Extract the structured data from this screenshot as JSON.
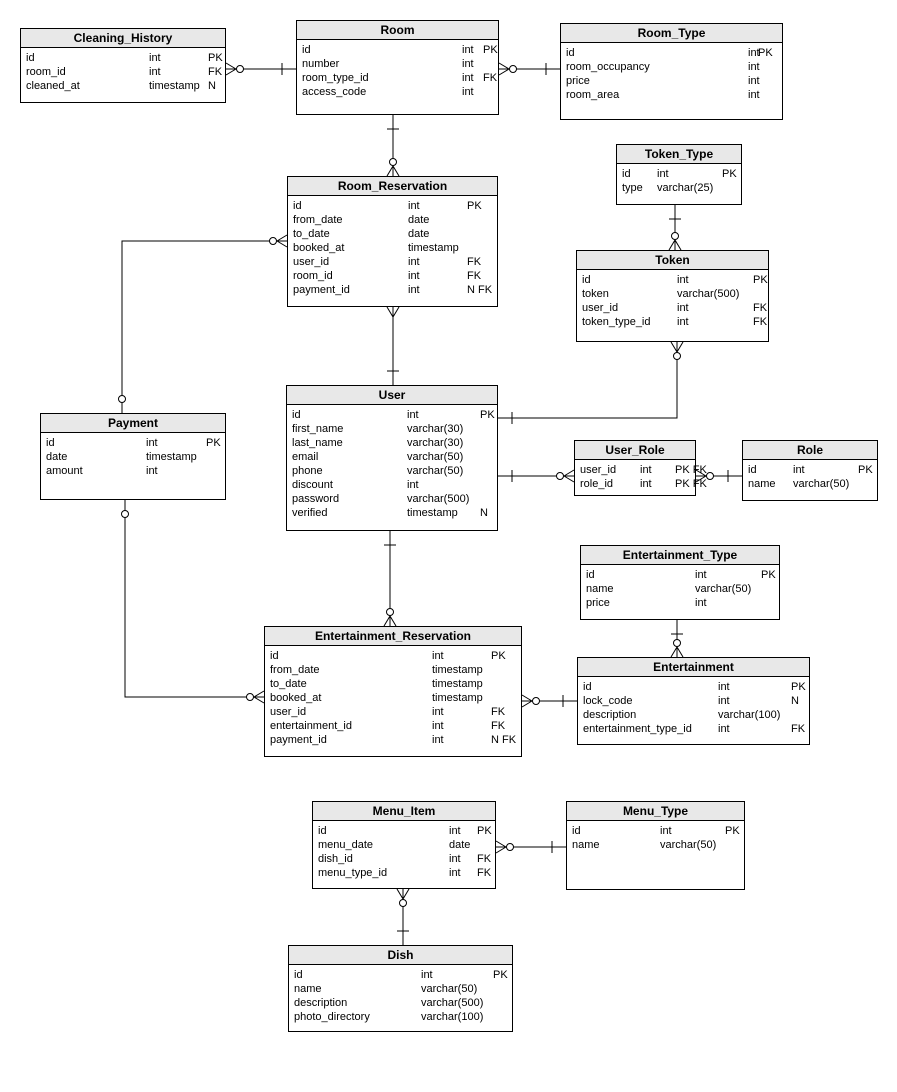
{
  "entities": {
    "cleaning_history": {
      "name": "Cleaning_History",
      "rows": [
        {
          "f": "id",
          "t": "int",
          "k": "PK"
        },
        {
          "f": "room_id",
          "t": "int",
          "k": "FK"
        },
        {
          "f": "cleaned_at",
          "t": "timestamp",
          "k": "N"
        }
      ]
    },
    "room": {
      "name": "Room",
      "rows": [
        {
          "f": "id",
          "t": "int",
          "k": "PK"
        },
        {
          "f": "number",
          "t": "int",
          "k": ""
        },
        {
          "f": "room_type_id",
          "t": "int",
          "k": "FK"
        },
        {
          "f": "access_code",
          "t": "int",
          "k": ""
        }
      ]
    },
    "room_type": {
      "name": "Room_Type",
      "rows": [
        {
          "f": "id",
          "t": "int",
          "k": "PK"
        },
        {
          "f": "room_occupancy",
          "t": "int",
          "k": ""
        },
        {
          "f": "price",
          "t": "int",
          "k": ""
        },
        {
          "f": "room_area",
          "t": "int",
          "k": ""
        }
      ]
    },
    "token_type": {
      "name": "Token_Type",
      "rows": [
        {
          "f": "id",
          "t": "int",
          "k": "PK"
        },
        {
          "f": "type",
          "t": "varchar(25)",
          "k": ""
        }
      ]
    },
    "room_reservation": {
      "name": "Room_Reservation",
      "rows": [
        {
          "f": "id",
          "t": "int",
          "k": "PK"
        },
        {
          "f": "from_date",
          "t": "date",
          "k": ""
        },
        {
          "f": "to_date",
          "t": "date",
          "k": ""
        },
        {
          "f": "booked_at",
          "t": "timestamp",
          "k": ""
        },
        {
          "f": "user_id",
          "t": "int",
          "k": "FK"
        },
        {
          "f": "room_id",
          "t": "int",
          "k": "FK"
        },
        {
          "f": "payment_id",
          "t": "int",
          "k": "N FK"
        }
      ]
    },
    "token": {
      "name": "Token",
      "rows": [
        {
          "f": "id",
          "t": "int",
          "k": "PK"
        },
        {
          "f": "token",
          "t": "varchar(500)",
          "k": ""
        },
        {
          "f": "user_id",
          "t": "int",
          "k": "FK"
        },
        {
          "f": "token_type_id",
          "t": "int",
          "k": "FK"
        }
      ]
    },
    "payment": {
      "name": "Payment",
      "rows": [
        {
          "f": "id",
          "t": "int",
          "k": "PK"
        },
        {
          "f": "date",
          "t": "timestamp",
          "k": ""
        },
        {
          "f": "amount",
          "t": "int",
          "k": ""
        }
      ]
    },
    "user": {
      "name": "User",
      "rows": [
        {
          "f": "id",
          "t": "int",
          "k": "PK"
        },
        {
          "f": "first_name",
          "t": "varchar(30)",
          "k": ""
        },
        {
          "f": "last_name",
          "t": "varchar(30)",
          "k": ""
        },
        {
          "f": "email",
          "t": "varchar(50)",
          "k": ""
        },
        {
          "f": "phone",
          "t": "varchar(50)",
          "k": ""
        },
        {
          "f": "discount",
          "t": "int",
          "k": ""
        },
        {
          "f": "password",
          "t": "varchar(500)",
          "k": ""
        },
        {
          "f": "verified",
          "t": "timestamp",
          "k": "N"
        }
      ]
    },
    "user_role": {
      "name": "User_Role",
      "rows": [
        {
          "f": "user_id",
          "t": "int",
          "k": "PK FK"
        },
        {
          "f": "role_id",
          "t": "int",
          "k": "PK FK"
        }
      ]
    },
    "role": {
      "name": "Role",
      "rows": [
        {
          "f": "id",
          "t": "int",
          "k": "PK"
        },
        {
          "f": "name",
          "t": "varchar(50)",
          "k": ""
        }
      ]
    },
    "entertainment_type": {
      "name": "Entertainment_Type",
      "rows": [
        {
          "f": "id",
          "t": "int",
          "k": "PK"
        },
        {
          "f": "name",
          "t": "varchar(50)",
          "k": ""
        },
        {
          "f": "price",
          "t": "int",
          "k": ""
        }
      ]
    },
    "entertainment_reservation": {
      "name": "Entertainment_Reservation",
      "rows": [
        {
          "f": "id",
          "t": "int",
          "k": "PK"
        },
        {
          "f": "from_date",
          "t": "timestamp",
          "k": ""
        },
        {
          "f": "to_date",
          "t": "timestamp",
          "k": ""
        },
        {
          "f": "booked_at",
          "t": "timestamp",
          "k": ""
        },
        {
          "f": "user_id",
          "t": "int",
          "k": "FK"
        },
        {
          "f": "entertainment_id",
          "t": "int",
          "k": "FK"
        },
        {
          "f": "payment_id",
          "t": "int",
          "k": "N FK"
        }
      ]
    },
    "entertainment": {
      "name": "Entertainment",
      "rows": [
        {
          "f": "id",
          "t": "int",
          "k": "PK"
        },
        {
          "f": "lock_code",
          "t": "int",
          "k": "N"
        },
        {
          "f": "description",
          "t": "varchar(100)",
          "k": ""
        },
        {
          "f": "entertainment_type_id",
          "t": "int",
          "k": "FK"
        }
      ]
    },
    "menu_item": {
      "name": "Menu_Item",
      "rows": [
        {
          "f": "id",
          "t": "int",
          "k": "PK"
        },
        {
          "f": "menu_date",
          "t": "date",
          "k": ""
        },
        {
          "f": "dish_id",
          "t": "int",
          "k": "FK"
        },
        {
          "f": "menu_type_id",
          "t": "int",
          "k": "FK"
        }
      ]
    },
    "menu_type": {
      "name": "Menu_Type",
      "rows": [
        {
          "f": "id",
          "t": "int",
          "k": "PK"
        },
        {
          "f": "name",
          "t": "varchar(50)",
          "k": ""
        }
      ]
    },
    "dish": {
      "name": "Dish",
      "rows": [
        {
          "f": "id",
          "t": "int",
          "k": "PK"
        },
        {
          "f": "name",
          "t": "varchar(50)",
          "k": ""
        },
        {
          "f": "description",
          "t": "varchar(500)",
          "k": ""
        },
        {
          "f": "photo_directory",
          "t": "varchar(100)",
          "k": ""
        }
      ]
    }
  },
  "relationships": [
    {
      "from": "cleaning_history",
      "to": "room",
      "from_card": "many-optional",
      "to_card": "one"
    },
    {
      "from": "room",
      "to": "room_type",
      "from_card": "many-optional",
      "to_card": "one"
    },
    {
      "from": "room_reservation",
      "to": "room",
      "from_card": "many-optional",
      "to_card": "one"
    },
    {
      "from": "token",
      "to": "token_type",
      "from_card": "many-optional",
      "to_card": "one"
    },
    {
      "from": "room_reservation",
      "to": "payment",
      "from_card": "many-optional",
      "to_card": "zero-or-one"
    },
    {
      "from": "room_reservation",
      "to": "user",
      "from_card": "many",
      "to_card": "one"
    },
    {
      "from": "token",
      "to": "user",
      "from_card": "many-optional",
      "to_card": "one"
    },
    {
      "from": "user_role",
      "to": "user",
      "from_card": "many-optional",
      "to_card": "one"
    },
    {
      "from": "user_role",
      "to": "role",
      "from_card": "many-optional",
      "to_card": "one"
    },
    {
      "from": "entertainment_reservation",
      "to": "user",
      "from_card": "many-optional",
      "to_card": "one"
    },
    {
      "from": "entertainment_reservation",
      "to": "payment",
      "from_card": "many-optional",
      "to_card": "zero-or-one"
    },
    {
      "from": "entertainment_reservation",
      "to": "entertainment",
      "from_card": "many-optional",
      "to_card": "one"
    },
    {
      "from": "entertainment",
      "to": "entertainment_type",
      "from_card": "many-optional",
      "to_card": "one"
    },
    {
      "from": "menu_item",
      "to": "menu_type",
      "from_card": "many-optional",
      "to_card": "one"
    },
    {
      "from": "menu_item",
      "to": "dish",
      "from_card": "many-optional",
      "to_card": "one"
    }
  ]
}
